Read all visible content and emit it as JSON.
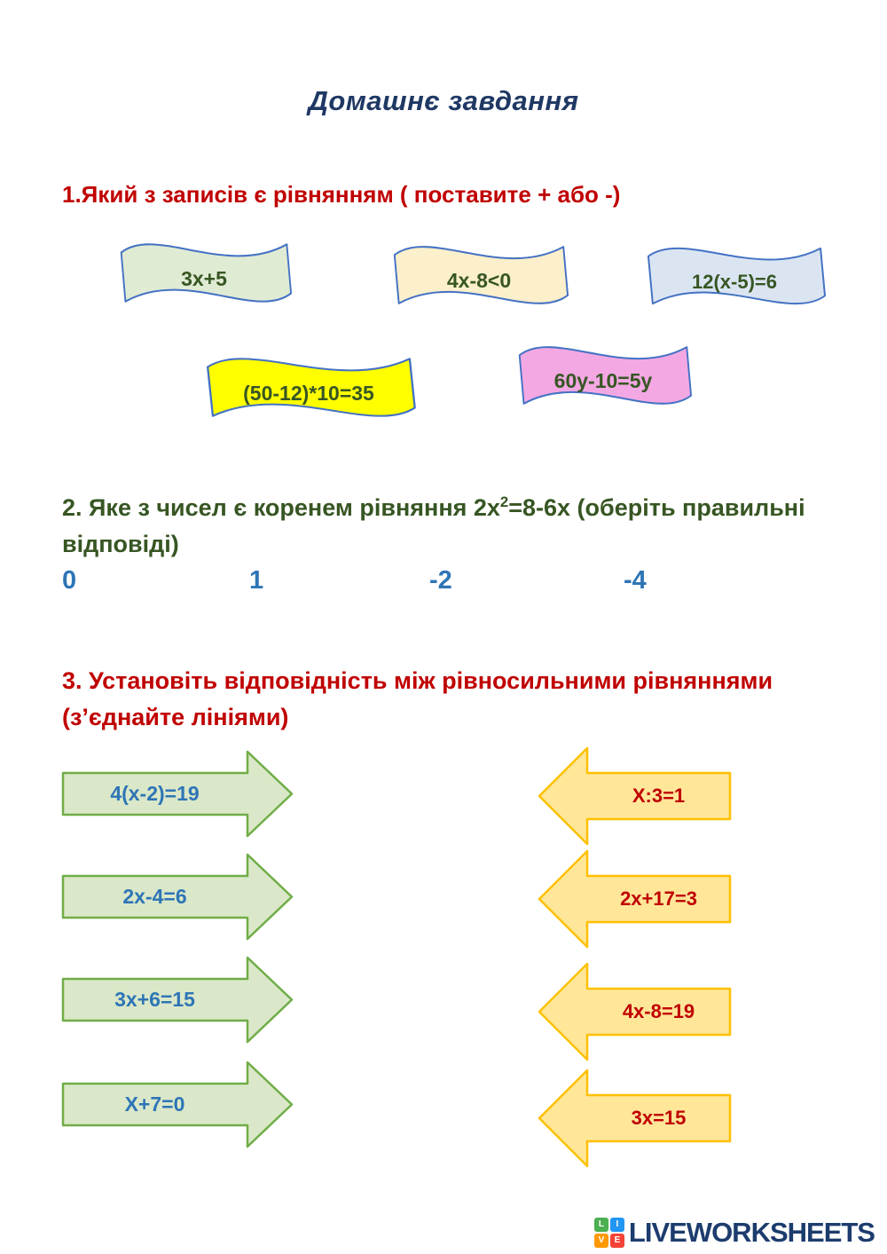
{
  "header": {
    "title": "Домашнє завдання"
  },
  "task1": {
    "prompt": "1.Який з записів є рівнянням ( поставите + або -)",
    "banners": [
      {
        "text": "3x+5",
        "fill": "#e0ebd3"
      },
      {
        "text": "4x-8<0",
        "fill": "#fcefcb"
      },
      {
        "text": "12(x-5)=6",
        "fill": "#dbe5f2"
      },
      {
        "text": "(50-12)*10=35",
        "fill": "#ffff00"
      },
      {
        "text": "60y-10=5y",
        "fill": "#f3a8e3"
      }
    ]
  },
  "task2": {
    "prompt_before_sup": "2. Яке з чисел є коренем рівняння 2х",
    "sup": "2",
    "prompt_after_sup": "=8-6х  (оберіть правильні",
    "prompt_line2": "відповіді)",
    "options": [
      "0",
      "1",
      "-2",
      "-4"
    ]
  },
  "task3": {
    "prompt_line1": "3. Установіть відповідність між рівносильними рівняннями",
    "prompt_line2": "(з’єднайте лініями)",
    "left_equations": [
      "4(x-2)=19",
      "2x-4=6",
      "3x+6=15",
      "X+7=0"
    ],
    "right_equations": [
      "X:3=1",
      "2x+17=3",
      "4x-8=19",
      "3x=15"
    ]
  },
  "footer": {
    "brand": "LIVEWORKSHEETS",
    "logo_letters": [
      "L",
      "I",
      "V",
      "E"
    ]
  },
  "colors": {
    "title_navy": "#1f3864",
    "task_red": "#c00000",
    "task_green": "#375623",
    "option_blue": "#2e75b6",
    "banner_border": "#4472c4",
    "banner_text": "#375623",
    "left_arrow_fill": "#dae8c9",
    "left_arrow_border": "#70ad47",
    "left_arrow_text": "#2e75b6",
    "right_arrow_fill": "#ffe699",
    "right_arrow_border": "#ffc000",
    "right_arrow_text": "#c00000",
    "brand_navy": "#1d3c6e"
  }
}
